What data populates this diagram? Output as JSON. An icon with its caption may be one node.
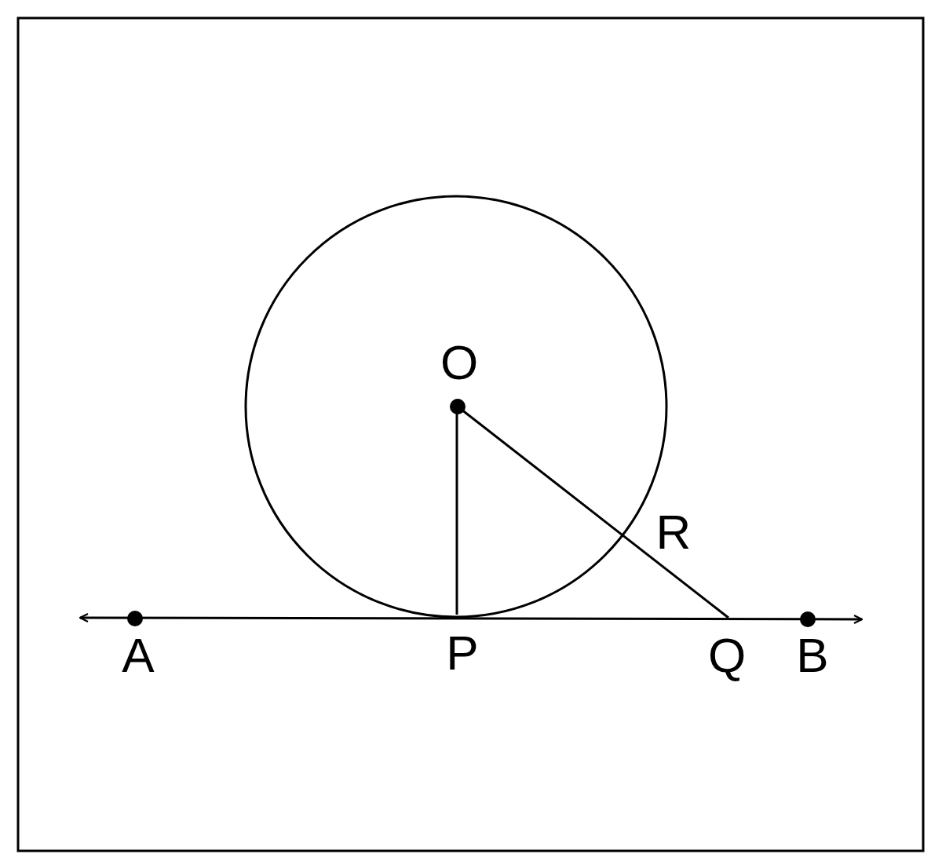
{
  "diagram": {
    "labels": [
      "O",
      "R",
      "A",
      "P",
      "Q",
      "B"
    ]
  }
}
